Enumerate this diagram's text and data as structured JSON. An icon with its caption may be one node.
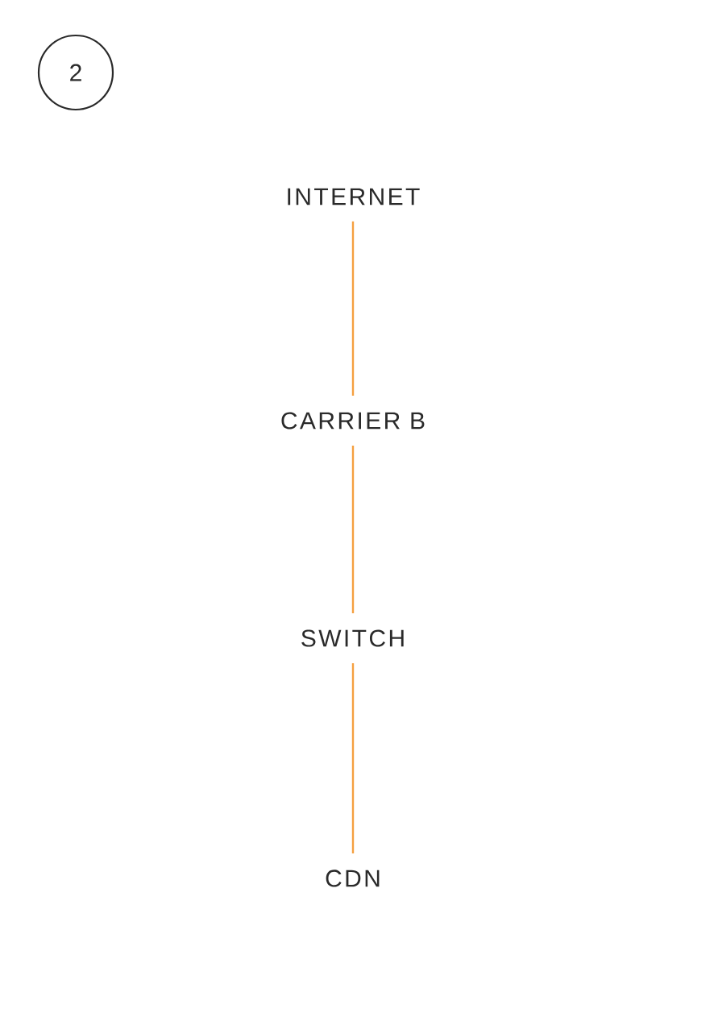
{
  "diagram": {
    "nodes": [
      {
        "text": [
          "2"
        ]
      },
      {
        "text": [
          "INTERNET"
        ]
      },
      {
        "text": [
          "CARRIER B"
        ]
      },
      {
        "text": [
          "SWITCH"
        ]
      },
      {
        "text": [
          "CDN"
        ]
      }
    ],
    "edges": [
      {
        "from": 1,
        "to": 2,
        "arrow": "none"
      },
      {
        "from": 2,
        "to": 3,
        "arrow": "none"
      },
      {
        "from": 3,
        "to": 4,
        "arrow": "none"
      }
    ]
  }
}
